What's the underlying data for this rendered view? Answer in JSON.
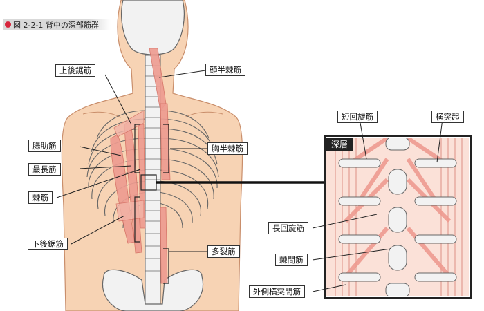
{
  "figure": {
    "caption": "図 2-2-1 背中の深部筋群"
  },
  "labels": {
    "upper_serratus": "上後鋸筋",
    "iliocostalis": "腸肋筋",
    "longissimus": "最長筋",
    "spinalis": "棘筋",
    "lower_serratus": "下後鋸筋",
    "semispinalis_capitis": "頭半棘筋",
    "semispinalis_thoracis": "胸半棘筋",
    "multifidus": "多裂筋"
  },
  "inset": {
    "title": "深層",
    "short_rotatores": "短回旋筋",
    "transverse_process": "横突起",
    "long_rotatores": "長回旋筋",
    "interspinales": "棘間筋",
    "lateral_intertransversarii": "外側横突間筋"
  },
  "colors": {
    "skin": "#f7d3b4",
    "skin_edge": "#c98e6b",
    "muscle": "#ee9b90",
    "muscle_dark": "#d36c60",
    "bone": "#f2f2f2",
    "bone_edge": "#666666",
    "accent": "#d7263d"
  }
}
